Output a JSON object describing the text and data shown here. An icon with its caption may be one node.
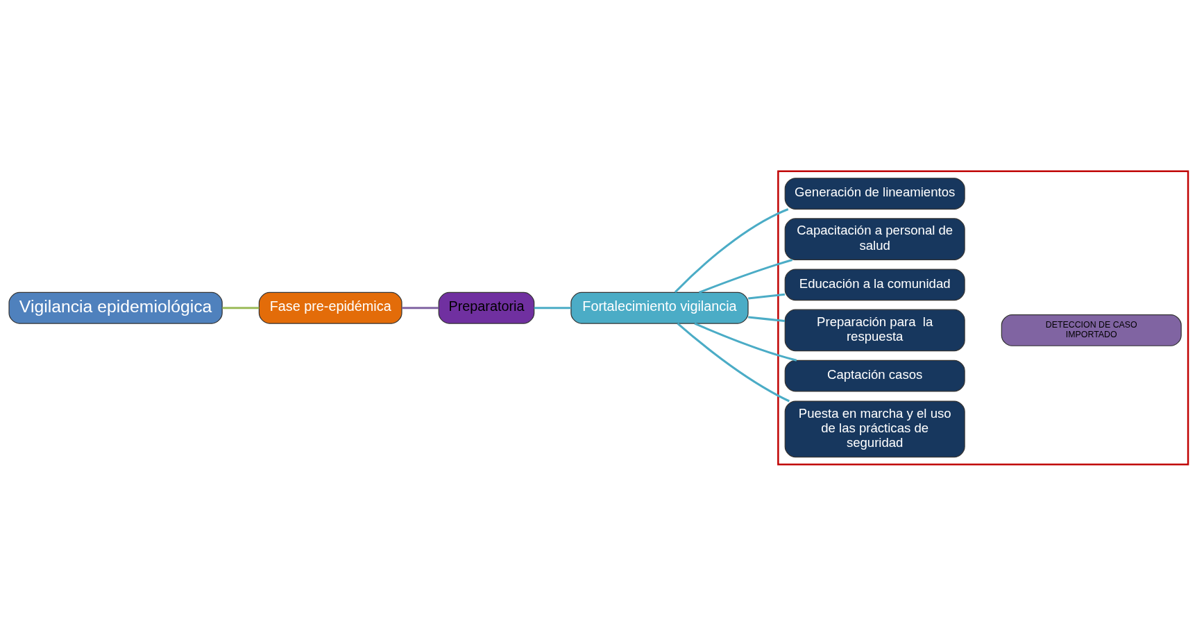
{
  "diagram": {
    "nodes": [
      {
        "text": [
          "Vigilancia epidemiológica"
        ]
      },
      {
        "text": [
          "Fase pre-epidémica"
        ]
      },
      {
        "text": [
          "Preparatoria"
        ]
      },
      {
        "text": [
          "Fortalecimiento vigilancia"
        ]
      },
      {
        "text": [],
        "shape": "box"
      },
      {
        "text": [
          "Generación de lineamientos"
        ],
        "in": 4
      },
      {
        "text": [
          "Capacitación a personal de salud"
        ],
        "in": 4
      },
      {
        "text": [
          "Educación a la comunidad"
        ],
        "in": 4
      },
      {
        "text": [
          "Preparación para  la respuesta"
        ],
        "in": 4
      },
      {
        "text": [
          "Captación casos"
        ],
        "in": 4
      },
      {
        "text": [
          "Puesta en marcha y el uso de las prácticas de seguridad"
        ],
        "in": 4
      },
      {
        "text": [
          "DETECCION DE CASO IMPORTADO"
        ],
        "in": 4
      }
    ],
    "edges": [
      {
        "from": 0,
        "to": 1,
        "arrow": "none",
        "color": "#9bbb59"
      },
      {
        "from": 1,
        "to": 2,
        "arrow": "none",
        "color": "#8064a2"
      },
      {
        "from": 2,
        "to": 3,
        "arrow": "none"
      },
      {
        "from": 3,
        "to": 5,
        "arrow": "none"
      },
      {
        "from": 3,
        "to": 6,
        "arrow": "none"
      },
      {
        "from": 3,
        "to": 7,
        "arrow": "none"
      },
      {
        "from": 3,
        "to": 8,
        "arrow": "none"
      },
      {
        "from": 3,
        "to": 9,
        "arrow": "none"
      },
      {
        "from": 3,
        "to": 10,
        "arrow": "none"
      }
    ]
  }
}
